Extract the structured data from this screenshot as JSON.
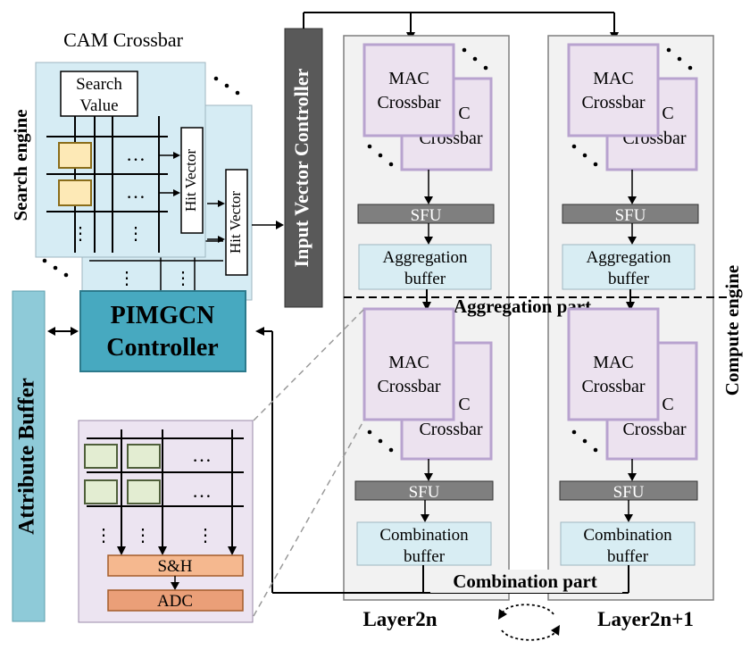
{
  "cam": {
    "title": "CAM Crossbar",
    "search_label_1": "Search",
    "search_label_2": "Value",
    "hit_vector": "Hit Vector",
    "ellipsis": "…",
    "vdots": "⋮",
    "diag_dots": "⋱"
  },
  "labels": {
    "search_engine": "Search engine",
    "compute_engine": "Compute engine",
    "input_vector_controller": "Input Vector Controller",
    "attribute_buffer": "Attribute Buffer",
    "pim_line1": "PIMGCN",
    "pim_line2": "Controller",
    "aggregation_part": "Aggregation part",
    "combination_part": "Combination part",
    "layer_a": "Layer2n",
    "layer_b": "Layer2n+1"
  },
  "mac": {
    "line1": "MAC",
    "line2": "Crossbar",
    "back_line1": "C",
    "back_line2": "Crossbar"
  },
  "units": {
    "sfu": "SFU",
    "agg_1": "Aggregation",
    "agg_2": "buffer",
    "comb_1": "Combination",
    "comb_2": "buffer",
    "sh": "S&H",
    "adc": "ADC"
  },
  "colors": {
    "cam_fill": "#d6ecf4",
    "mac_fill": "#ece2ef",
    "mac_border": "#b8a3cf",
    "sfu": "#7f7f7f",
    "pimgcn": "#47a9c0",
    "attribute_buffer": "#8ecad8",
    "ivc": "#595959"
  }
}
